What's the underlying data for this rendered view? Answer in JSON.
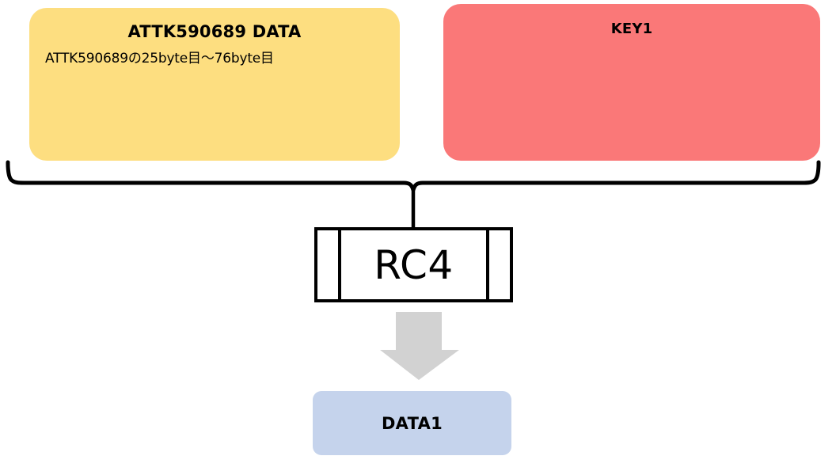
{
  "diagram": {
    "type": "flow-diagram",
    "title_visible": false,
    "colors": {
      "data_box_fill": "#fdde80",
      "key_box_fill": "#fa7878",
      "output_box_fill": "#c5d3ec",
      "process_box_fill": "#ffffff",
      "process_box_border": "#000000",
      "arrow_fill": "#d2d2d2",
      "brace_stroke": "#000000",
      "text": "#000000",
      "background": "#ffffff"
    },
    "inputs": [
      {
        "id": "data-box",
        "title": "ATTK590689 DATA",
        "subtitle": "ATTK590689の25byte目〜76byte目"
      },
      {
        "id": "key-box",
        "title": "KEY1",
        "subtitle": ""
      }
    ],
    "connector": {
      "name": "curly-brace-merge",
      "description": "brace joining both inputs into process"
    },
    "process": {
      "label": "RC4",
      "shape": "predefined-process"
    },
    "flow_arrow": {
      "name": "down-arrow",
      "direction": "down"
    },
    "output": {
      "label": "DATA1"
    }
  }
}
